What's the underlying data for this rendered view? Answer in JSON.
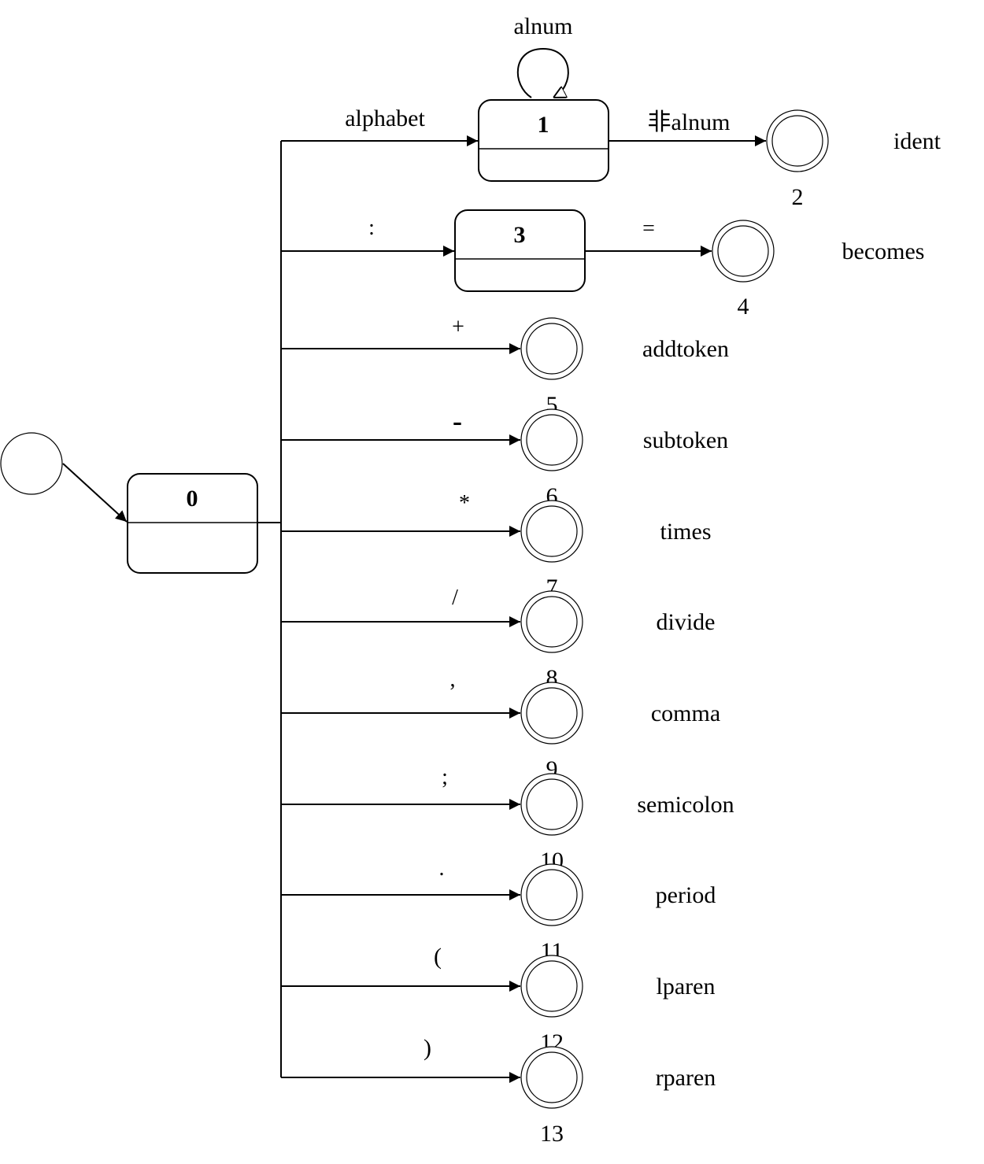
{
  "diagram": {
    "type": "state-transition",
    "start_state": "0",
    "states": [
      {
        "id": "0",
        "label": "0",
        "kind": "intermediate"
      },
      {
        "id": "1",
        "label": "1",
        "kind": "intermediate"
      },
      {
        "id": "3",
        "label": "3",
        "kind": "intermediate"
      },
      {
        "id": "2",
        "label": "2",
        "kind": "final",
        "token": "ident"
      },
      {
        "id": "4",
        "label": "4",
        "kind": "final",
        "token": "becomes"
      },
      {
        "id": "5",
        "label": "5",
        "kind": "final",
        "token": "addtoken"
      },
      {
        "id": "6",
        "label": "6",
        "kind": "final",
        "token": "subtoken"
      },
      {
        "id": "7",
        "label": "7",
        "kind": "final",
        "token": "times"
      },
      {
        "id": "8",
        "label": "8",
        "kind": "final",
        "token": "divide"
      },
      {
        "id": "9",
        "label": "9",
        "kind": "final",
        "token": "comma"
      },
      {
        "id": "10",
        "label": "10",
        "kind": "final",
        "token": "semicolon"
      },
      {
        "id": "11",
        "label": "11",
        "kind": "final",
        "token": "period"
      },
      {
        "id": "12",
        "label": "12",
        "kind": "final",
        "token": "lparen"
      },
      {
        "id": "13",
        "label": "13",
        "kind": "final",
        "token": "rparen"
      }
    ],
    "transitions": [
      {
        "from": "0",
        "to": "1",
        "label": "alphabet"
      },
      {
        "from": "1",
        "to": "1",
        "label": "alnum"
      },
      {
        "from": "1",
        "to": "2",
        "label": "非alnum"
      },
      {
        "from": "0",
        "to": "3",
        "label": ":"
      },
      {
        "from": "3",
        "to": "4",
        "label": "="
      },
      {
        "from": "0",
        "to": "5",
        "label": "+"
      },
      {
        "from": "0",
        "to": "6",
        "label": "-"
      },
      {
        "from": "0",
        "to": "7",
        "label": "*"
      },
      {
        "from": "0",
        "to": "8",
        "label": "/"
      },
      {
        "from": "0",
        "to": "9",
        "label": ","
      },
      {
        "from": "0",
        "to": "10",
        "label": ";"
      },
      {
        "from": "0",
        "to": "11",
        "label": "."
      },
      {
        "from": "0",
        "to": "12",
        "label": "("
      },
      {
        "from": "0",
        "to": "13",
        "label": ")"
      }
    ]
  }
}
